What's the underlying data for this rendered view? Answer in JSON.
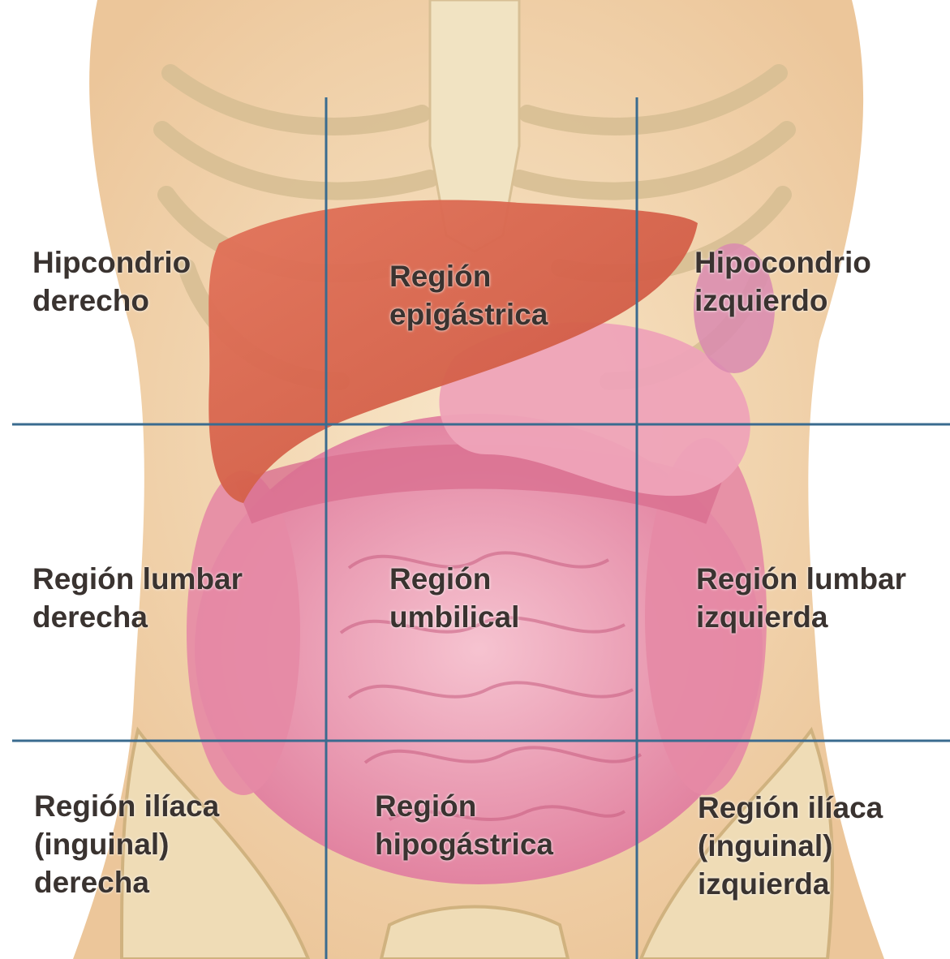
{
  "colors": {
    "grid_line": "#3a6b8f",
    "skin": "#f3d9b4",
    "bone": "#f1e3c2",
    "liver": "#d9614a",
    "intestine": "#e88aa6",
    "label_text": "#3a3330"
  },
  "regions": [
    {
      "id": "right-hypochondrium",
      "lines": [
        "Hipcondrio",
        "derecho"
      ]
    },
    {
      "id": "epigastric",
      "lines": [
        "Región",
        "epigástrica"
      ]
    },
    {
      "id": "left-hypochondrium",
      "lines": [
        "Hipocondrio",
        "izquierdo"
      ]
    },
    {
      "id": "right-lumbar",
      "lines": [
        "Región lumbar",
        "derecha"
      ]
    },
    {
      "id": "umbilical",
      "lines": [
        "Región",
        "umbilical"
      ]
    },
    {
      "id": "left-lumbar",
      "lines": [
        "Región lumbar",
        "izquierda"
      ]
    },
    {
      "id": "right-iliac",
      "lines": [
        "Región ilíaca",
        "(inguinal)",
        "derecha"
      ]
    },
    {
      "id": "hypogastric",
      "lines": [
        "Región",
        "hipogástrica"
      ]
    },
    {
      "id": "left-iliac",
      "lines": [
        "Región ilíaca",
        "(inguinal)",
        "izquierda"
      ]
    }
  ]
}
